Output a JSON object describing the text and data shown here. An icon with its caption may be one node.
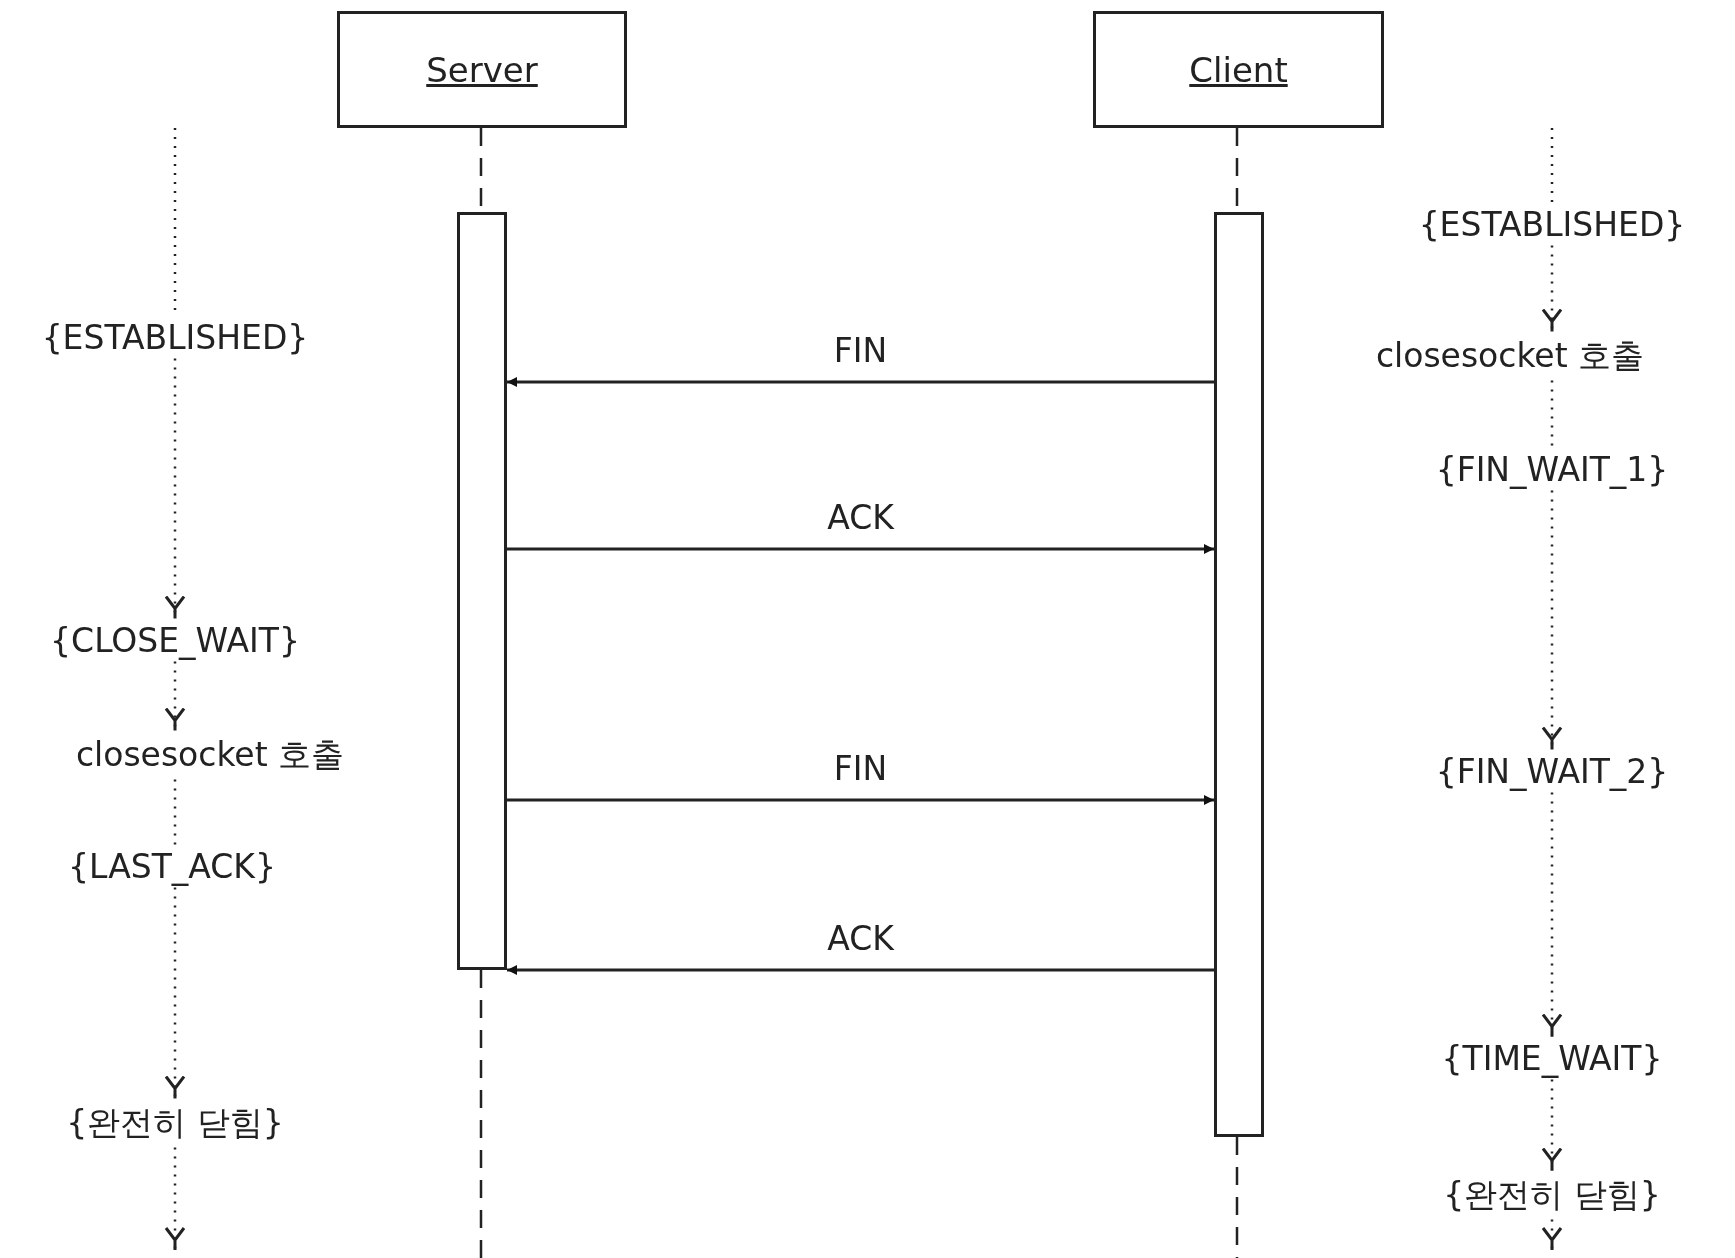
{
  "diagram": {
    "nodes": [
      {
        "text": [
          "Server"
        ]
      },
      {
        "text": [
          "Client"
        ]
      },
      {
        "text": [],
        "shape": "bar"
      },
      {
        "text": [],
        "shape": "bar"
      },
      {
        "text": [
          "{ESTABLISHED}"
        ]
      },
      {
        "text": [
          "{CLOSE_WAIT}"
        ]
      },
      {
        "text": [
          "closesocket 호출"
        ]
      },
      {
        "text": [
          "{LAST_ACK}"
        ]
      },
      {
        "text": [
          "{완전히 닫힘}"
        ]
      },
      {
        "text": [
          "{ESTABLISHED}"
        ]
      },
      {
        "text": [
          "closesocket 호출"
        ]
      },
      {
        "text": [
          "{FIN_WAIT_1}"
        ]
      },
      {
        "text": [
          "{FIN_WAIT_2}"
        ]
      },
      {
        "text": [
          "{TIME_WAIT}"
        ]
      },
      {
        "text": [
          "{완전히 닫힘}"
        ]
      }
    ],
    "edges": [
      {
        "from": 0,
        "to": 2,
        "arrow": "none",
        "style": "dashed"
      },
      {
        "from": 2,
        "to": null,
        "arrow": "none",
        "style": "dashed"
      },
      {
        "from": 1,
        "to": 3,
        "arrow": "none",
        "style": "dashed"
      },
      {
        "from": 3,
        "to": null,
        "arrow": "none",
        "style": "dashed"
      },
      {
        "from": 3,
        "to": 2,
        "arrow": "to",
        "label": "FIN"
      },
      {
        "from": 2,
        "to": 3,
        "arrow": "to",
        "label": "ACK"
      },
      {
        "from": 2,
        "to": 3,
        "arrow": "to",
        "label": "FIN"
      },
      {
        "from": 3,
        "to": 2,
        "arrow": "to",
        "label": "ACK"
      },
      {
        "from": null,
        "to": 4,
        "arrow": "none",
        "style": "dashed"
      },
      {
        "from": 4,
        "to": 5,
        "arrow": "to",
        "style": "dashed"
      },
      {
        "from": 5,
        "to": 6,
        "arrow": "to",
        "style": "dashed"
      },
      {
        "from": 6,
        "to": 7,
        "arrow": "none",
        "style": "dashed"
      },
      {
        "from": 7,
        "to": 8,
        "arrow": "to",
        "style": "dashed"
      },
      {
        "from": 8,
        "to": null,
        "arrow": "to",
        "style": "dashed"
      },
      {
        "from": null,
        "to": 9,
        "arrow": "none",
        "style": "dashed"
      },
      {
        "from": 9,
        "to": 10,
        "arrow": "to",
        "style": "dashed"
      },
      {
        "from": 10,
        "to": 11,
        "arrow": "none",
        "style": "dashed"
      },
      {
        "from": 11,
        "to": 12,
        "arrow": "to",
        "style": "dashed"
      },
      {
        "from": 12,
        "to": 13,
        "arrow": "to",
        "style": "dashed"
      },
      {
        "from": 13,
        "to": 14,
        "arrow": "to",
        "style": "dashed"
      },
      {
        "from": 14,
        "to": null,
        "arrow": "to",
        "style": "dashed"
      }
    ]
  }
}
